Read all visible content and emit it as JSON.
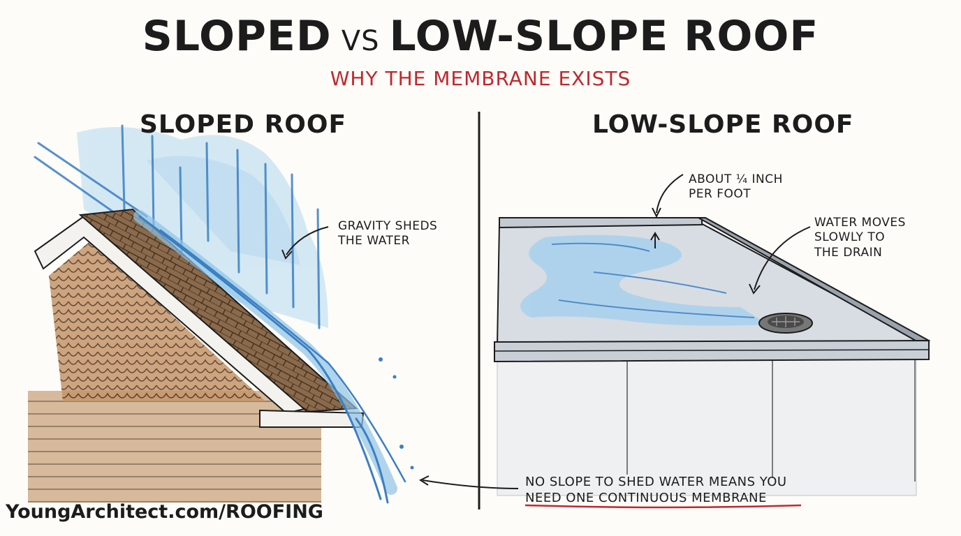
{
  "header": {
    "title_left": "SLOPED",
    "title_vs": "VS",
    "title_right": "LOW-SLOPE ROOF",
    "subtitle": "WHY THE MEMBRANE EXISTS"
  },
  "left_panel": {
    "title": "SLOPED ROOF",
    "annotation_line1": "GRAVITY SHEDS",
    "annotation_line2": "THE WATER"
  },
  "right_panel": {
    "title": "LOW-SLOPE ROOF",
    "slope_line1": "ABOUT ¼ INCH",
    "slope_line2": "PER FOOT",
    "drain_line1": "WATER MOVES",
    "drain_line2": "SLOWLY TO",
    "drain_line3": "THE DRAIN",
    "bottom_line1": "NO SLOPE TO SHED WATER MEANS YOU",
    "bottom_line2": "NEED ONE CONTINUOUS MEMBRANE"
  },
  "footer": {
    "credit": "YoungArchitect.com/ROOFING"
  },
  "colors": {
    "accent_red": "#c0272d",
    "water_blue": "#8fc3e6",
    "water_deep": "#3a7fc4",
    "shingle_brown": "#b07a4c",
    "roof_grey": "#d8dde3"
  }
}
